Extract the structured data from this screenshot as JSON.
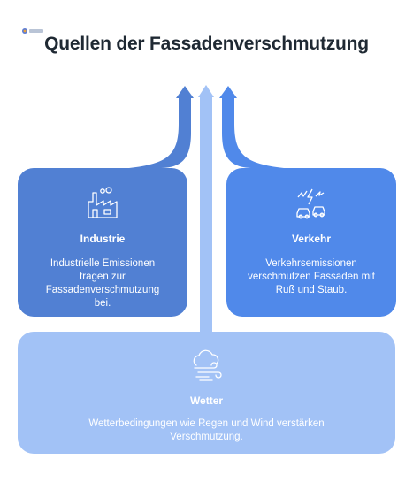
{
  "title": "Quellen der Fassadenverschmutzung",
  "nodes": {
    "industrie": {
      "heading": "Industrie",
      "text": "Industrielle Emissionen tragen zur Fassadenverschmutzung bei.",
      "icon": "factory-icon",
      "color": "#5180d3"
    },
    "verkehr": {
      "heading": "Verkehr",
      "text": "Verkehrsemissionen verschmutzen Fassaden mit Ruß und Staub.",
      "icon": "traffic-icon",
      "color": "#5089ea"
    },
    "wetter": {
      "heading": "Wetter",
      "text": "Wetterbedingungen wie Regen und Wind verstärken Verschmutzung.",
      "icon": "weather-icon",
      "color": "#a2c2f6"
    }
  },
  "colors": {
    "title": "#1f2933",
    "background": "#ffffff"
  }
}
